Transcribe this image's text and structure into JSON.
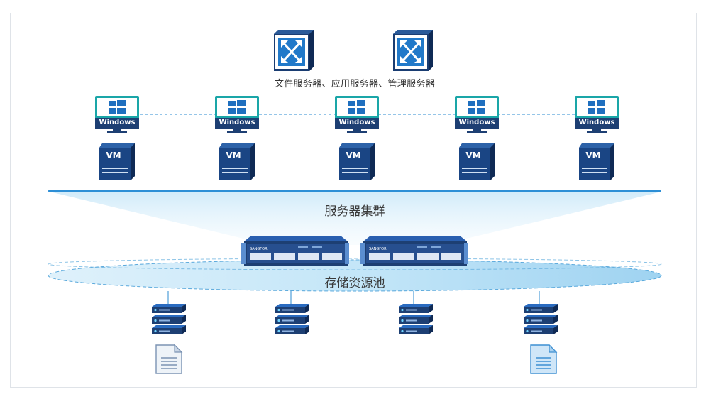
{
  "top_servers_caption": "文件服务器、应用服务器、管理服务器",
  "vm_nodes": [
    {
      "os_label": "Windows",
      "vm_label": "VM"
    },
    {
      "os_label": "Windows",
      "vm_label": "VM"
    },
    {
      "os_label": "Windows",
      "vm_label": "VM"
    },
    {
      "os_label": "Windows",
      "vm_label": "VM"
    },
    {
      "os_label": "Windows",
      "vm_label": "VM"
    }
  ],
  "cluster_label": "服务器集群",
  "pool_label": "存储资源池",
  "hardware_brand": "SANGFOR",
  "colors": {
    "accent_blue": "#1f77c9",
    "dark_navy": "#1d3f73",
    "teal": "#1aa6a8",
    "cluster_line": "#2d8fd6",
    "pool_fill": "#bfe3f7"
  },
  "icons": [
    "switch-icon",
    "windows-monitor-icon",
    "vm-box-icon",
    "rack-server-icon",
    "storage-stack-icon",
    "document-icon"
  ]
}
